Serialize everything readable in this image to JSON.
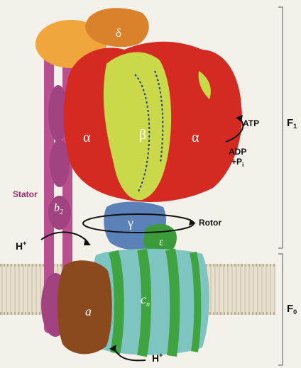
{
  "labels": {
    "delta": "δ",
    "alpha_left": "α",
    "beta": "β",
    "alpha_right": "α",
    "atp": "ATP",
    "adp": "ADP",
    "pi": "+P",
    "pi_sub": "i",
    "f1": "F",
    "f1_sub": "1",
    "stator": "Stator",
    "b": "b",
    "b_sub": "2",
    "gamma": "γ",
    "rotor": "Rotor",
    "epsilon": "ε",
    "h_top": "H",
    "h_top_sup": "+",
    "a": "a",
    "c": "c",
    "c_sub": "n",
    "f0": "F",
    "f0_sub": "0",
    "h_bottom": "H",
    "h_bottom_sup": "+"
  },
  "colors": {
    "delta": "#d9822b",
    "oscp": "#f0a63c",
    "alpha": "#d42a22",
    "beta": "#c9d94a",
    "gamma": "#5b82b8",
    "epsilon": "#3b9a3a",
    "stator": "#b8508f",
    "a_subunit": "#8a4a1e",
    "c_ring": "#7ec4c0",
    "c_ring_stripes": "#3fa33f",
    "membrane": "#dcd3bf"
  }
}
